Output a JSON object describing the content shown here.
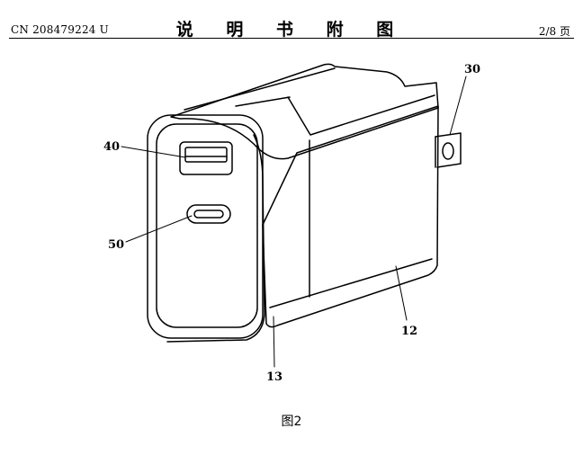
{
  "header": {
    "publication_number": "CN 208479224 U",
    "section_title": "说 明 书 附 图",
    "page_number": "2/8 页"
  },
  "figure": {
    "caption": "图2",
    "reference_labels": {
      "usb_a_port": "40",
      "usb_c_port": "50",
      "plug_prong": "30",
      "housing": "12",
      "front_cover": "13"
    }
  }
}
